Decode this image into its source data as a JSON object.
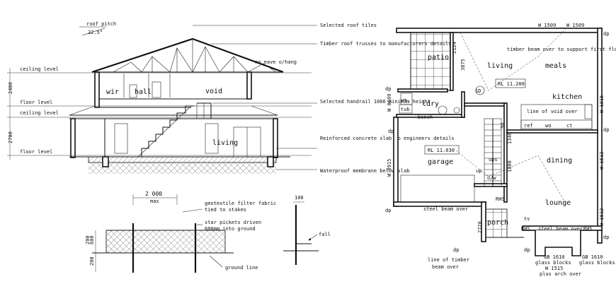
{
  "section": {
    "roof_pitch_label": "roof pitch",
    "roof_pitch_value": "22.5°",
    "levels": {
      "ceiling_upper": "ceiling level",
      "floor_upper": "floor level",
      "ceiling_lower": "ceiling level",
      "floor_lower": "floor level"
    },
    "dims": {
      "upper": "2400",
      "mid": "2700"
    },
    "rooms": {
      "wir": "wir",
      "hall": "hall",
      "void": "void",
      "living": "living"
    },
    "notes": [
      "Selected roof tiles",
      "Timber roof trusses to manufacturers details",
      "no eave o/hang",
      "Selected handrail 1000 minimum height",
      "Reinforced concrete slab to engineers details",
      "Waterproof membrane below slab"
    ]
  },
  "fence": {
    "width_dim": "2 000",
    "width_sub": "max",
    "notes": [
      "geotextile filter fabric",
      "tied to stakes",
      "star pickets driven",
      "600mm into ground",
      "ground line"
    ],
    "dims": {
      "d600": "600",
      "d200a": "200",
      "d200b": "200",
      "d100": "100"
    },
    "fall": "fall"
  },
  "plan": {
    "windows_top": [
      "W 1509",
      "W 1509"
    ],
    "rooms": {
      "patio": "patio",
      "living": "living",
      "meals": "meals",
      "kitchen": "kitchen",
      "ldry": "ldry",
      "garage": "garage",
      "dining": "dining",
      "lounge": "lounge",
      "porch": "porch"
    },
    "notes": {
      "timber_beam": "timber beam over to support first floor",
      "rl_upper": "RL 11.200",
      "rl_garage": "RL 11.030",
      "line_void": "line of void over",
      "steel_beam_1": "steel beam over",
      "steel_beam_2": "steel beam over",
      "line_timber": "line of timber beam over",
      "gb_left": "GB 1610 glass blocks",
      "gb_right": "GB 1610 glass blocks",
      "w1515": "W 1515",
      "plus_arch": "plus arch over"
    },
    "fixtures": {
      "wm": "wm",
      "tub": "tub",
      "bench": "bench",
      "sd": "SD",
      "ref": "ref",
      "wo": "wo",
      "ct": "ct",
      "ow": "o/w",
      "ups": "ups",
      "up": "up",
      "tv": "tv",
      "rhs1": "RHS",
      "rhs2": "RHS",
      "rhs3": "RHS"
    },
    "dims": [
      "3875",
      "2124",
      "1346",
      "90",
      "1800",
      "2720"
    ],
    "windows_side": [
      "W 1015",
      "W 1512",
      "W 1512",
      "W 0915",
      "W 0609"
    ],
    "dp_labels": [
      "dp",
      "dp",
      "dp",
      "dp",
      "dp",
      "dp",
      "dp",
      "dp"
    ]
  }
}
